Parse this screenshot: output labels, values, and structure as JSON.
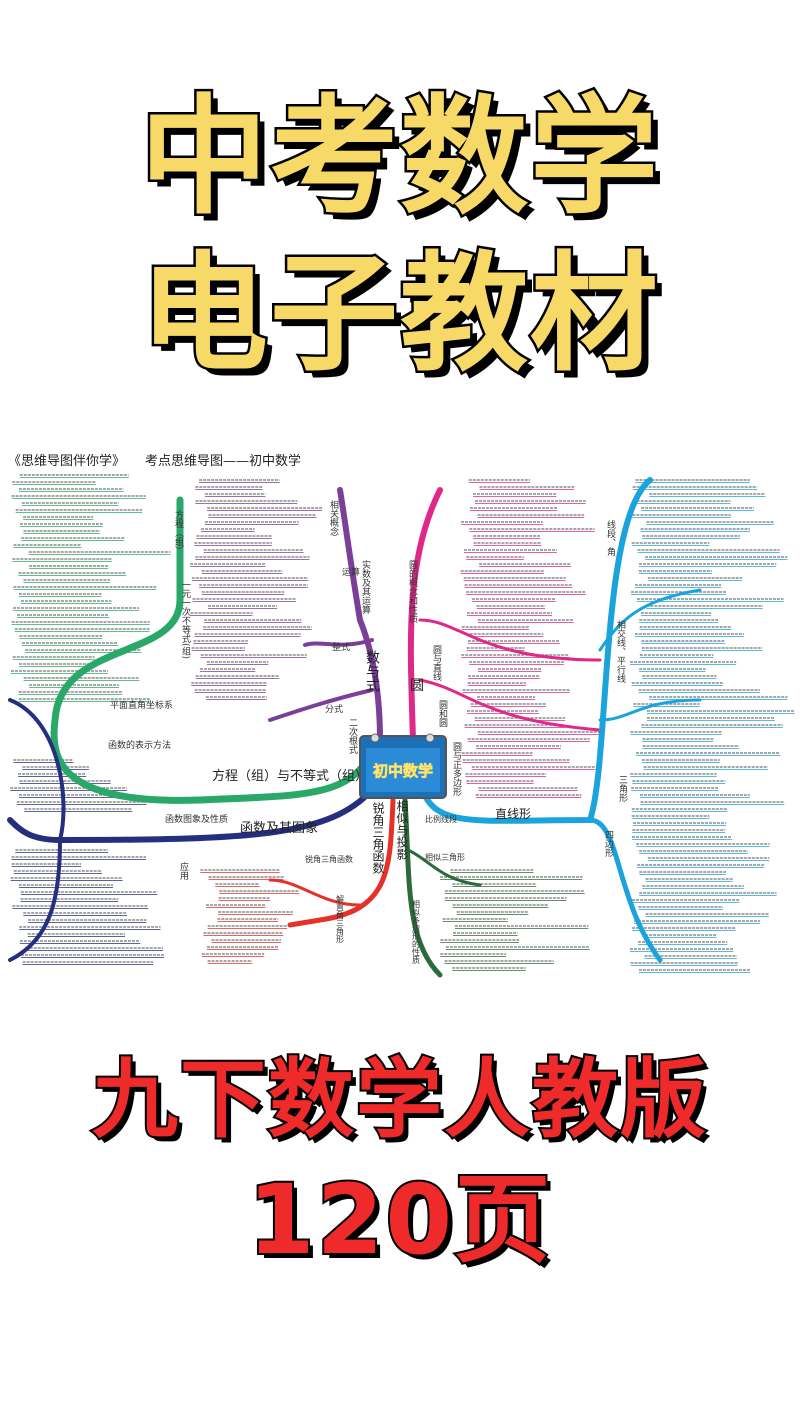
{
  "headline": {
    "line1": "中考数学",
    "line2": "电子教材"
  },
  "mindmap": {
    "book_title": "《思维导图伴你学》",
    "subtitle": "考点思维导图——初中数学",
    "center_label": "初中数学",
    "branches": {
      "shu_yu_shi": "数与式",
      "yuan": "圆",
      "fangcheng": "方程（组）与不等式（组）",
      "hanshu": "函数及其图象",
      "ruijiao": "锐角三角函数",
      "xiangsi": "相似与投影",
      "zhixian": "直线形"
    },
    "sub_branches": {
      "shishu": "实数及其运算",
      "xiangguan": "相关概念",
      "yunsuan": "运算",
      "zhengshi": "整式",
      "fenshi": "分式",
      "erci_genshi": "二次根式",
      "yuan_gainian": "圆的概念和性质",
      "yuan_zhixian": "圆与直线",
      "yuan_yuan": "圆和圆",
      "zhengduobianxing": "圆与正多边形",
      "xianduan_jiao": "线段、角",
      "xiangjiao": "相交线、平行线",
      "sanjiaoxing": "三角形",
      "sibianxing": "四边形",
      "fangcheng_zu": "方程（组）",
      "budengshi": "一元一次不等式(组)",
      "hanshu_xingzhi": "函数图象及性质",
      "yingyong": "应用",
      "pingmian": "平面直角坐标系",
      "biaoshi": "函数的表示方法",
      "ruijiao_sanjiao": "锐角三角函数",
      "jie_zhijiao": "解直角三角形",
      "xiangsi_sanjiao": "相似三角形",
      "bili": "比例线段",
      "xiangsi_duobianxing": "相似多边形的性质"
    },
    "colors": {
      "green": "#2aa86a",
      "purple": "#7b3f98",
      "navy": "#262f7d",
      "pink": "#e0288a",
      "cyan": "#1ba4dc",
      "red": "#e53228",
      "darkgreen": "#2b6b3b"
    }
  },
  "footer": {
    "line1": "九下数学人教版",
    "line2": "120页"
  }
}
